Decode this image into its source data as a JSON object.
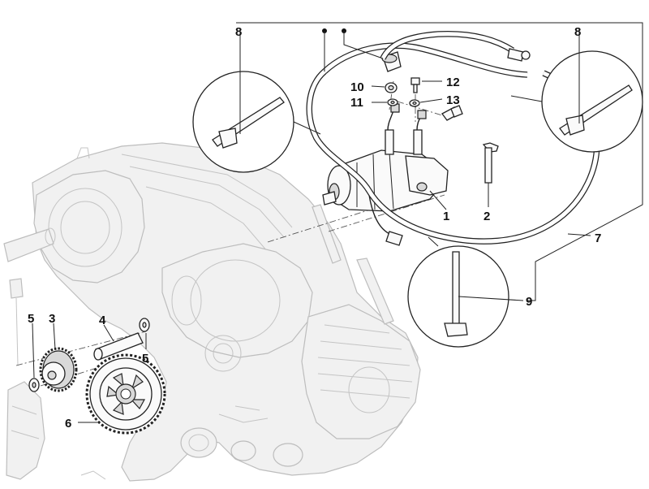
{
  "callouts": [
    {
      "id": "c1",
      "label": "1"
    },
    {
      "id": "c2",
      "label": "2"
    },
    {
      "id": "c3",
      "label": "3"
    },
    {
      "id": "c4",
      "label": "4"
    },
    {
      "id": "c5a",
      "label": "5"
    },
    {
      "id": "c5b",
      "label": "5"
    },
    {
      "id": "c6",
      "label": "6"
    },
    {
      "id": "c7",
      "label": "7"
    },
    {
      "id": "c8a",
      "label": "8"
    },
    {
      "id": "c8b",
      "label": "8"
    },
    {
      "id": "c9",
      "label": "9"
    },
    {
      "id": "c10",
      "label": "10"
    },
    {
      "id": "c11",
      "label": "11"
    },
    {
      "id": "c12",
      "label": "12"
    },
    {
      "id": "c13",
      "label": "13"
    }
  ]
}
